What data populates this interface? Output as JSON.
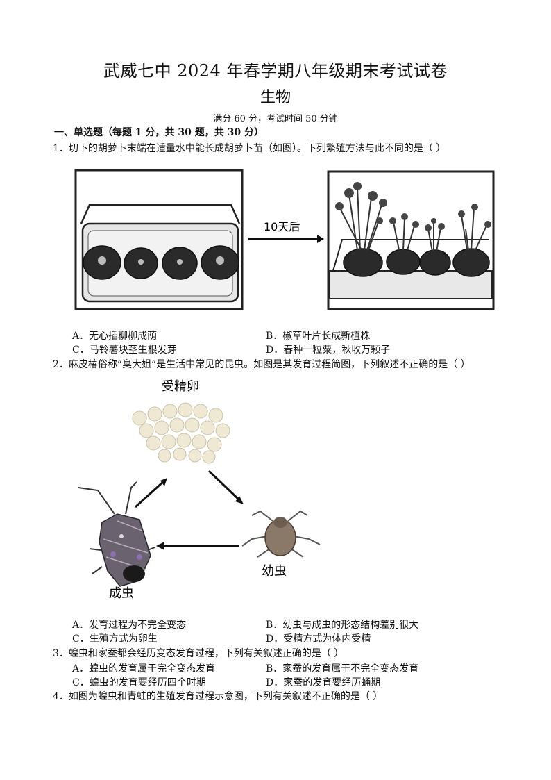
{
  "header": {
    "title": "武威七中 2024 年春学期八年级期末考试试卷",
    "subject": "生物",
    "info": "满分 60 分，考试时间 50 分钟"
  },
  "section": {
    "title": "一、单选题（每题 1 分，共 30 题，共 30 分）"
  },
  "questions": [
    {
      "stem": "1．切下的胡萝卜末端在适量水中能长成胡萝卜苗（如图）。下列繁殖方法与此不同的是（    ）",
      "figure": {
        "arrow_label": "10天后"
      },
      "options": [
        "A．无心插柳柳成荫",
        "B．椒草叶片长成新植株",
        "C．马铃薯块茎生根发芽",
        "D．春种一粒粟，秋收万颗子"
      ]
    },
    {
      "stem": "2．麻皮椿俗称“臭大姐”是生活中常见的昆虫。如图是其发育过程简图，下列叙述不正确的是（    ）",
      "figure": {
        "egg_label": "受精卵",
        "nymph_label": "幼虫",
        "adult_label": "成虫"
      },
      "options": [
        "A．发育过程为不完全变态",
        "B．幼虫与成虫的形态结构差别很大",
        "C．生殖方式为卵生",
        "D．受精方式为体内受精"
      ]
    },
    {
      "stem": "3．蝗虫和家蚕都会经历变态发育过程，下列有关叙述正确的是（        ）",
      "options": [
        "A．蝗虫的发育属于完全变态发育",
        "B．家蚕的发育属于不完全变态发育",
        "C．蝗虫的发育要经历四个时期",
        "D．家蚕的发育要经历蛹期"
      ]
    },
    {
      "stem": "4．如图为蝗虫和青蛙的生殖发育过程示意图，下列有关叙述不正确的是（        ）"
    }
  ]
}
